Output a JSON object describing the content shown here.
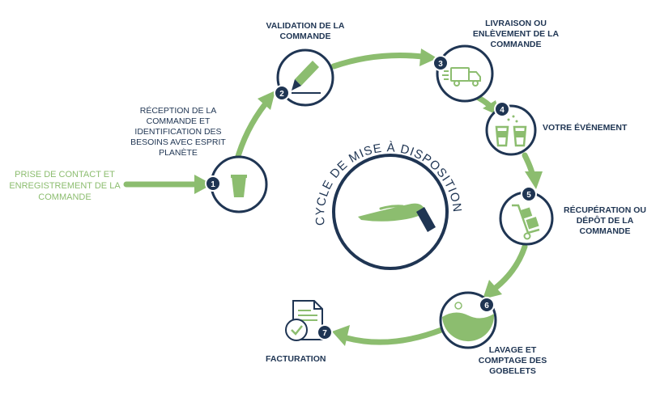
{
  "center": {
    "title": "CYCLE DE MISE À DISPOSITION"
  },
  "intro": {
    "text": "PRISE DE CONTACT ET ENREGISTREMENT DE LA COMMANDE"
  },
  "step1": {
    "number": "1",
    "label": "RÉCEPTION DE LA COMMANDE ET IDENTIFICATION DES BESOINS AVEC ESPRIT PLANÈTE"
  },
  "step2": {
    "number": "2",
    "label": "VALIDATION DE LA COMMANDE"
  },
  "step3": {
    "number": "3",
    "label": "LIVRAISON OU ENLÈVEMENT DE LA COMMANDE"
  },
  "step4": {
    "number": "4",
    "label": "VOTRE ÉVÉNEMENT"
  },
  "step5": {
    "number": "5",
    "label": "RÉCUPÉRATION OU DÉPÔT DE LA COMMANDE"
  },
  "step6": {
    "number": "6",
    "label": "LAVAGE ET COMPTAGE DES GOBELETS"
  },
  "step7": {
    "number": "7",
    "label": "FACTURATION"
  },
  "colors": {
    "navy": "#1f3553",
    "green": "#8cbd6f"
  }
}
